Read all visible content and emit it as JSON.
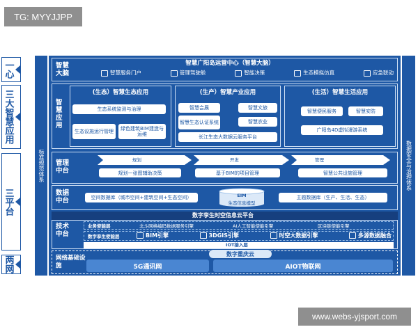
{
  "watermarks": {
    "top": "TG: MYYJJPP",
    "bottom": "www.webs-yjsport.com"
  },
  "left_labels": [
    "一心",
    "三大智慧应用",
    "三平台",
    "两网"
  ],
  "left_vertical": "标准规范体系",
  "right_vertical": "数据安全与治理体系",
  "top": {
    "title": "智慧广阳岛运营中心（智慧大脑）",
    "label": "智慧大脑",
    "items": [
      "智慧服务门户",
      "管理驾驶舱",
      "智能决策",
      "生态模拟仿真",
      "应急联动"
    ]
  },
  "apps": {
    "label": "智慧应用",
    "columns": [
      {
        "title": "(生态）智慧生态应用",
        "boxes": [
          "生态系统监测与治理",
          "生态设施运行管理",
          "绿色建筑BIM建造与运维"
        ]
      },
      {
        "title": "(生产）智慧产业应用",
        "boxes": [
          "智慧会展",
          "智慧文旅",
          "智慧生态认证系统",
          "智慧农业",
          "长江生态大数据云服务平台"
        ]
      },
      {
        "title": "(生活）智慧生活应用",
        "boxes": [
          "智慧便民服务",
          "智慧安防",
          "广阳岛4D虚拟漫游系统"
        ]
      }
    ]
  },
  "mgmt": {
    "label": "管理中台",
    "steps": [
      "规划",
      "开发",
      "管理"
    ],
    "boxes": [
      "规划一张图辅助决策",
      "基于BIM的项目管理",
      "智慧公共设施管理"
    ]
  },
  "data_mid": {
    "label": "数据中台",
    "left": "空间数据库（城市空间+建筑空间+生态空间）",
    "center_top": "EIM",
    "center_bottom": "生态信息模型",
    "right": "主题数据库（生产、生活、生态）"
  },
  "tech": {
    "banner": "数字孪生时空信息云平台",
    "label": "技术中台",
    "row1": [
      "业务使能层",
      "北斗网格编码数据服务引擎",
      "AI人工智能使能引擎",
      "区块链使能引擎"
    ],
    "row2": [
      "数字孪生使能层",
      "BIM引擎",
      "3DGIS引擎",
      "时空大数据引擎",
      "多源数据融合"
    ],
    "iot": "IOT接入层"
  },
  "network": {
    "label": "网络基础设施",
    "cloud": "数字重庆云",
    "left": "5G通讯网",
    "right": "AIOT物联网"
  }
}
